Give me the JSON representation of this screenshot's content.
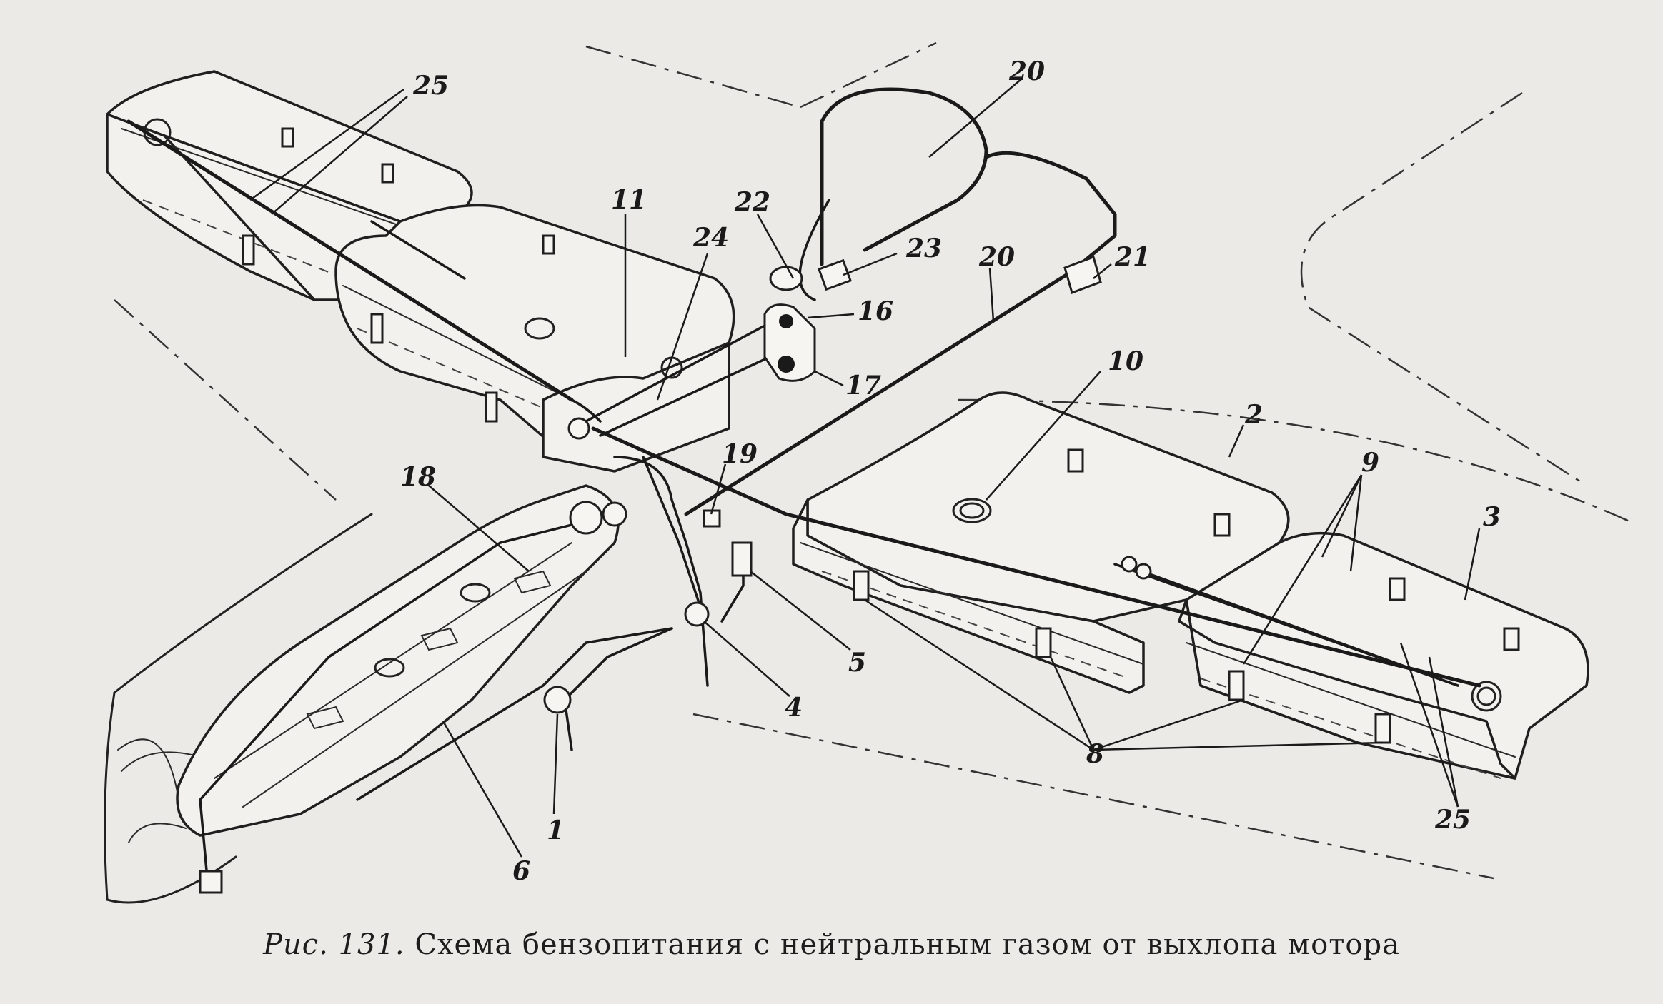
{
  "figure": {
    "caption_number": "Рис. 131.",
    "caption_text": "Схема бензопитания с нейтральным газом от выхлопа мотора"
  },
  "callouts": [
    {
      "id": "label-25-top",
      "text": "25"
    },
    {
      "id": "label-20-top",
      "text": "20"
    },
    {
      "id": "label-11",
      "text": "11"
    },
    {
      "id": "label-22",
      "text": "22"
    },
    {
      "id": "label-24",
      "text": "24"
    },
    {
      "id": "label-23",
      "text": "23"
    },
    {
      "id": "label-20-mid",
      "text": "20"
    },
    {
      "id": "label-21",
      "text": "21"
    },
    {
      "id": "label-16",
      "text": "16"
    },
    {
      "id": "label-17",
      "text": "17"
    },
    {
      "id": "label-10",
      "text": "10"
    },
    {
      "id": "label-2",
      "text": "2"
    },
    {
      "id": "label-19",
      "text": "19"
    },
    {
      "id": "label-18",
      "text": "18"
    },
    {
      "id": "label-9",
      "text": "9"
    },
    {
      "id": "label-3",
      "text": "3"
    },
    {
      "id": "label-5",
      "text": "5"
    },
    {
      "id": "label-4",
      "text": "4"
    },
    {
      "id": "label-8",
      "text": "8"
    },
    {
      "id": "label-25-bottom",
      "text": "25"
    },
    {
      "id": "label-1",
      "text": "1"
    },
    {
      "id": "label-6",
      "text": "6"
    }
  ]
}
